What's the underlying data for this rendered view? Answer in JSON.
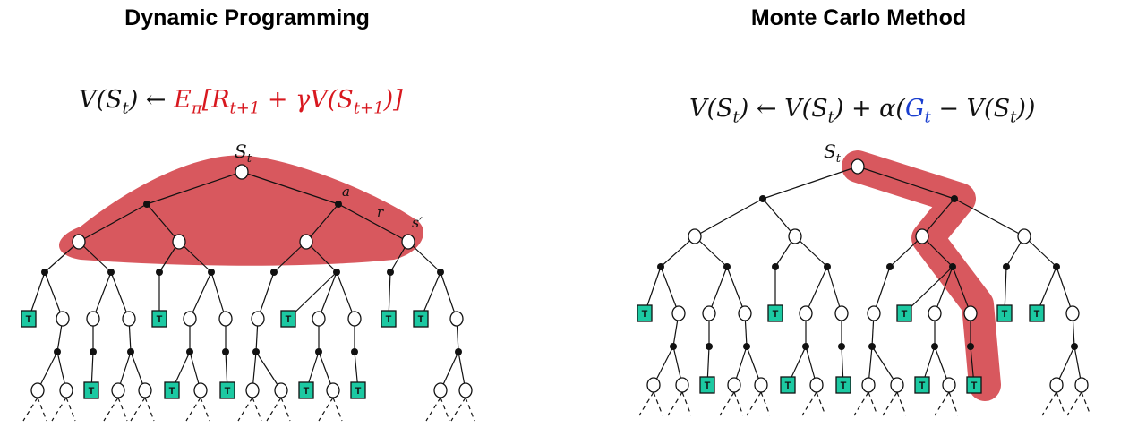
{
  "left": {
    "title": "Dynamic Programming",
    "formula": {
      "lhs": "V(S",
      "lhs_sub": "t",
      "arrow": ") ← ",
      "expect": "E",
      "expect_sub": "π",
      "body1": "[R",
      "body1_sub": "t+1",
      "body2": " + γV(S",
      "body2_sub": "t+1",
      "body3": ")]"
    },
    "labels": {
      "root": "S",
      "root_sub": "t",
      "action": "a",
      "reward": "r",
      "next_state": "s′"
    }
  },
  "right": {
    "title": "Monte Carlo Method",
    "formula": {
      "lhs": "V(S",
      "lhs_sub": "t",
      "mid": ") ← V(S",
      "mid_sub": "t",
      "mid2": ") + α(",
      "g": "G",
      "g_sub": "t",
      "tail": " − V(S",
      "tail_sub": "t",
      "end": "))"
    },
    "labels": {
      "root": "S",
      "root_sub": "t"
    }
  },
  "terminal_label": "T",
  "colors": {
    "highlight": "#d8585e",
    "terminal": "#1cc9a2",
    "dp_target": "#d8181f",
    "mc_return": "#1a3fd0"
  }
}
